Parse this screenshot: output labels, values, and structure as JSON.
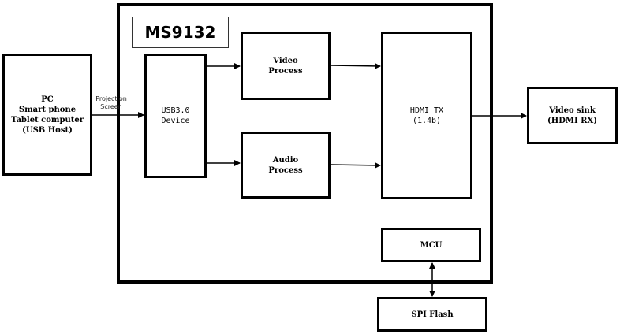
{
  "chip": {
    "name": "MS9132"
  },
  "blocks": {
    "host": "PC\nSmart phone\nTablet computer\n(USB Host)",
    "usb": "USB3.0\nDevice",
    "video": "Video\nProcess",
    "audio": "Audio\nProcess",
    "hdmi_tx": "HDMI TX\n(1.4b)",
    "sink": "Video sink\n(HDMI RX)",
    "mcu": "MCU",
    "spi": "SPI Flash"
  },
  "link_label": "Projection\nScreen"
}
